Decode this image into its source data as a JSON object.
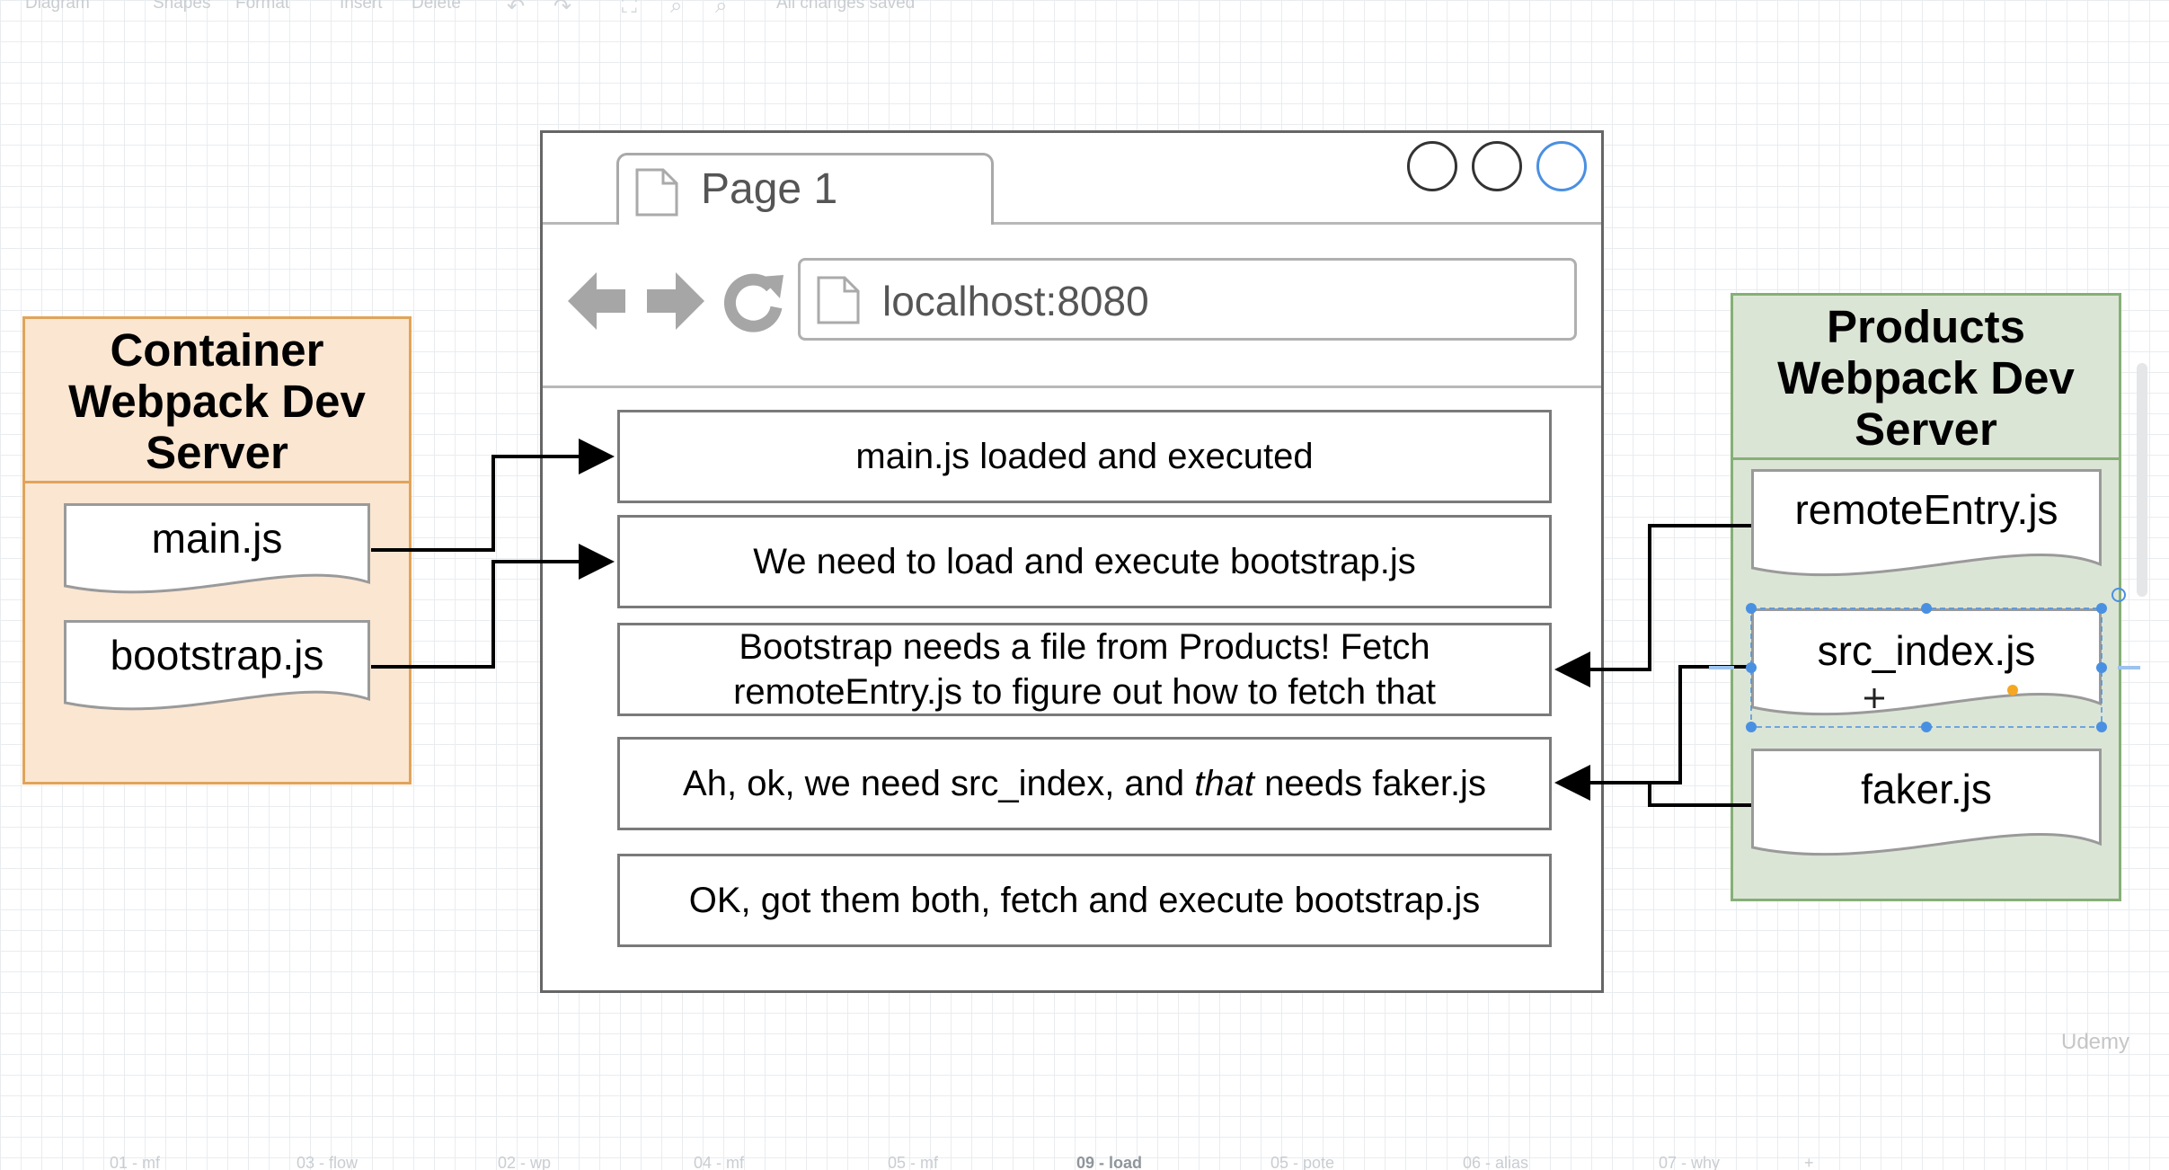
{
  "toolbar": {
    "diagram_label": "Diagram",
    "shapes_label": "Shapes",
    "format_label": "Format",
    "insert_label": "Insert",
    "delete_label": "Delete",
    "status": "All changes saved"
  },
  "container_server": {
    "title_line1": "Container",
    "title_line2": "Webpack Dev",
    "title_line3": "Server",
    "files": [
      "main.js",
      "bootstrap.js"
    ]
  },
  "products_server": {
    "title_line1": "Products",
    "title_line2": "Webpack Dev",
    "title_line3": "Server",
    "files": [
      "remoteEntry.js",
      "src_index.js",
      "faker.js"
    ]
  },
  "browser": {
    "tab_label": "Page 1",
    "url": "localhost:8080",
    "steps": [
      "main.js loaded and executed",
      "We need to load and execute bootstrap.js",
      "Bootstrap needs a file from Products! Fetch",
      "remoteEntry.js to figure out how to fetch that",
      "Ah, ok, we need src_index, and ",
      "that",
      " needs faker.js",
      "OK, got them both, fetch and execute bootstrap.js"
    ]
  },
  "watermark": "Udemy",
  "bottom_tabs": [
    "01 - mf",
    "03 - flow",
    "02 - wp",
    "04 - mf",
    "05 - mf",
    "09 - load",
    "05 - pote",
    "06 - alias",
    "07 - why",
    "+"
  ],
  "colors": {
    "container_fill": "#fbe6d2",
    "container_border": "#e0a45a",
    "products_fill": "#dbe5d5",
    "products_border": "#86af76",
    "selection": "#4a90e2"
  }
}
